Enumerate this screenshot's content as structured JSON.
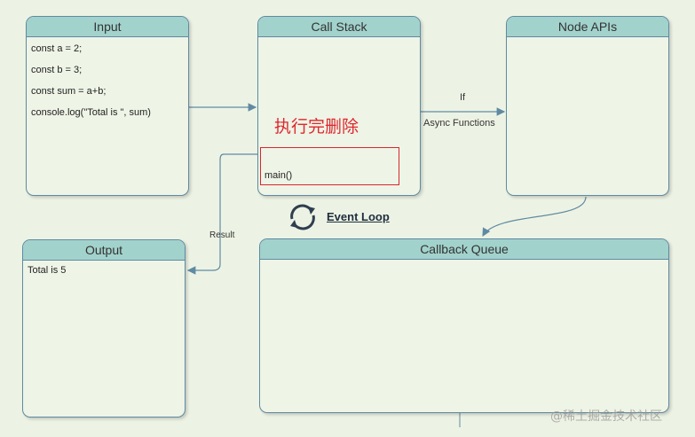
{
  "input": {
    "title": "Input",
    "lines": [
      "const a = 2;",
      "const b = 3;",
      "const sum = a+b;",
      "console.log(\"Total is \", sum)"
    ]
  },
  "call_stack": {
    "title": "Call Stack",
    "annotation": "执行完删除",
    "frame": "main()"
  },
  "node_apis": {
    "title": "Node APIs"
  },
  "output": {
    "title": "Output",
    "text": "Total is 5"
  },
  "callback_queue": {
    "title": "Callback Queue"
  },
  "edges": {
    "if_label": "If",
    "async_label": "Async Functions",
    "result_label": "Result"
  },
  "event_loop": {
    "label": "Event Loop"
  },
  "watermark": "@稀土掘金技术社区",
  "colors": {
    "header": "#a2d2cc",
    "border": "#5f8aa3",
    "annotation": "#e0262e",
    "highlight_border": "#d7262e",
    "background": "#edf3e4"
  },
  "icons": {
    "event_loop": "refresh-cycle-icon"
  }
}
